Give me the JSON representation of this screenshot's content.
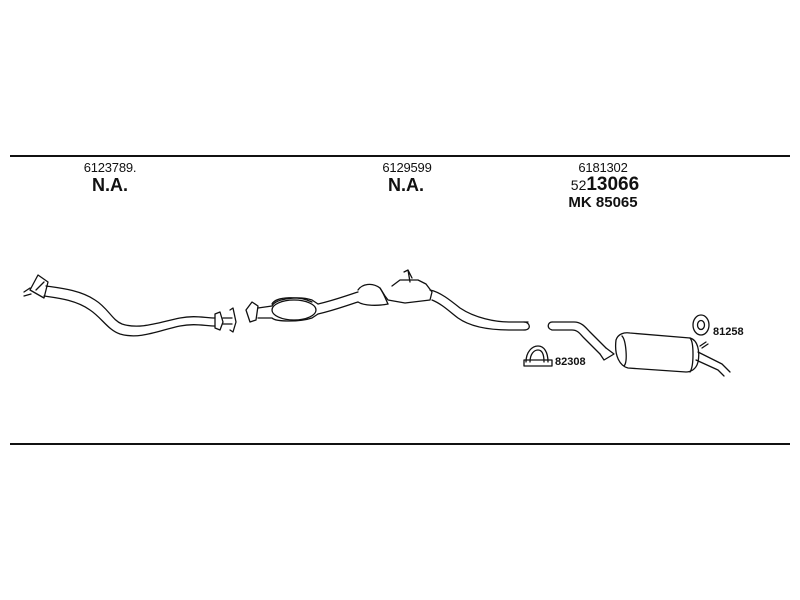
{
  "sections": [
    {
      "part_number": "6123789.",
      "status": "N.A."
    },
    {
      "part_number": "6129599",
      "status": "N.A."
    },
    {
      "part_number": "6181302",
      "code_prefix": "52",
      "code_main": "13066",
      "mk_code": "MK  85065"
    }
  ],
  "callouts": {
    "clamp": "82308",
    "hanger": "81258"
  },
  "colors": {
    "line": "#111111",
    "background": "#ffffff"
  }
}
